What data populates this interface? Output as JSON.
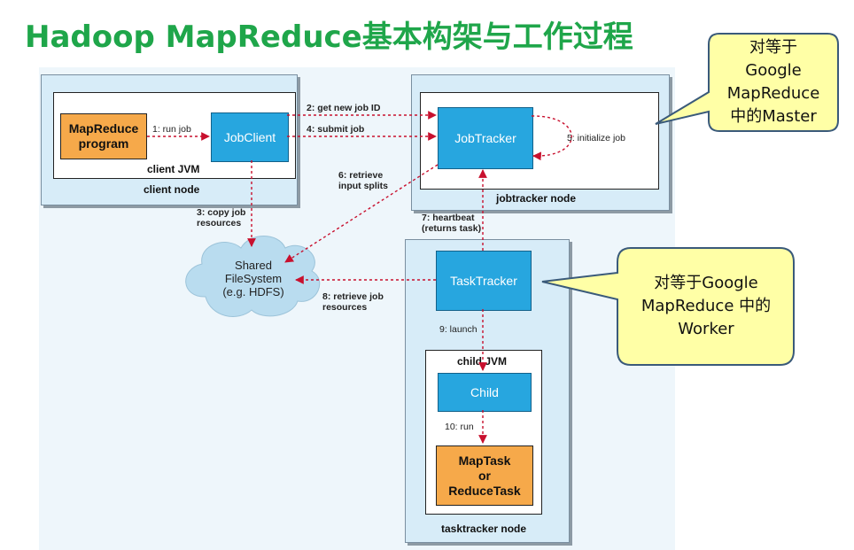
{
  "title": "Hadoop MapReduce基本构架与工作过程",
  "client_node": {
    "label": "client node",
    "jvm_label": "client JVM",
    "program": "MapReduce program",
    "jobclient": "JobClient"
  },
  "jobtracker_node": {
    "label": "jobtracker node",
    "jobtracker": "JobTracker"
  },
  "tasktracker_node": {
    "label": "tasktracker node",
    "tasktracker": "TaskTracker",
    "jvm_label": "child JVM",
    "child": "Child",
    "task_line1": "MapTask",
    "task_line2": "or",
    "task_line3": "ReduceTask"
  },
  "filesystem": {
    "line1": "Shared",
    "line2": "FileSystem",
    "line3": "(e.g. HDFS)"
  },
  "steps": {
    "s1": "1: run job",
    "s2": "2: get new job ID",
    "s3_line1": "3: copy job",
    "s3_line2": "resources",
    "s4": "4: submit job",
    "s5": "5: initialize job",
    "s6_line1": "6: retrieve",
    "s6_line2": "input splits",
    "s7_line1": "7: heartbeat",
    "s7_line2": "(returns task)",
    "s8_line1": "8: retrieve job",
    "s8_line2": "resources",
    "s9": "9: launch",
    "s10": "10: run"
  },
  "callouts": {
    "master_line1": "对等于",
    "master_line2": "Google",
    "master_line3": "MapReduce",
    "master_line4": "中的Master",
    "worker_line1": "对等于Google",
    "worker_line2": "MapReduce 中的",
    "worker_line3": "Worker"
  },
  "colors": {
    "title": "#1fa64a",
    "node_fill": "#d7ecf8",
    "component_blue": "#27a6df",
    "component_orange": "#f6a94a",
    "arrow_red": "#c8102e",
    "callout_fill": "#ffffa6"
  }
}
